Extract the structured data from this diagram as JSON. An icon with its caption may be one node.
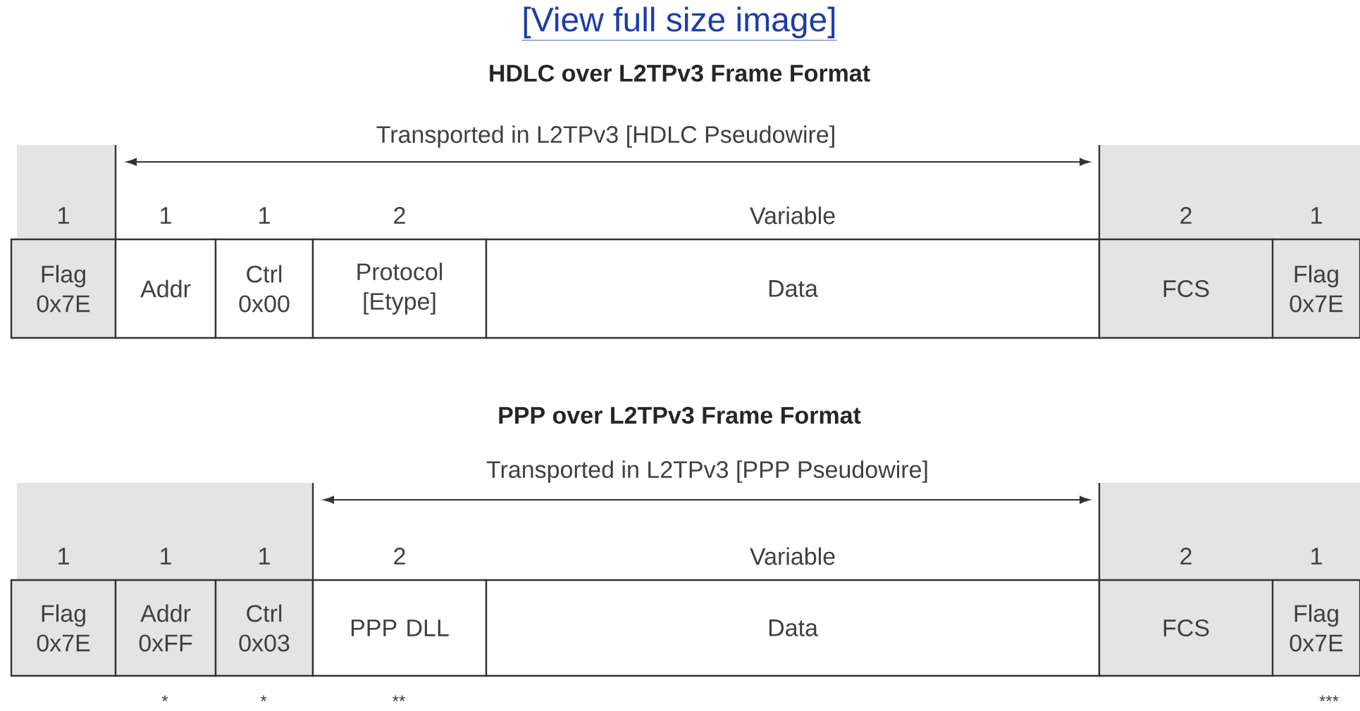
{
  "diagram": {
    "nodes": [
      {
        "text": [
          "Flag 0x7E"
        ],
        "beside": [
          "1"
        ]
      },
      {
        "text": [
          "Addr"
        ],
        "beside": [
          "1"
        ]
      },
      {
        "text": [
          "Ctrl 0x00"
        ],
        "beside": [
          "1"
        ]
      },
      {
        "text": [
          "Protocol [Etype]"
        ],
        "beside": [
          "2"
        ]
      },
      {
        "text": [
          "Data"
        ],
        "beside": [
          "Variable"
        ]
      },
      {
        "text": [
          "FCS"
        ],
        "beside": [
          "2"
        ]
      },
      {
        "text": [
          "Flag 0x7E"
        ],
        "beside": [
          "1"
        ]
      },
      {
        "text": [
          "Flag 0x7E"
        ],
        "beside": [
          "1"
        ]
      },
      {
        "text": [
          "Addr 0xFF"
        ],
        "beside": [
          "1"
        ]
      },
      {
        "text": [
          "Ctrl 0x03"
        ],
        "beside": [
          "1"
        ]
      },
      {
        "text": [
          "PPP DLL"
        ],
        "beside": [
          "2"
        ]
      },
      {
        "text": [
          "Data"
        ],
        "beside": [
          "Variable"
        ]
      },
      {
        "text": [
          "FCS"
        ],
        "beside": [
          "2"
        ]
      },
      {
        "text": [
          "Flag 0x7E"
        ],
        "beside": [
          "1"
        ]
      }
    ],
    "labels": [
      "[View full size image]",
      "HDLC over L2TPv3 Frame Format",
      "Transported in L2TPv3 [HDLC Pseudowire]",
      "PPP over L2TPv3 Frame Format",
      "Transported in L2TPv3 [PPP Pseudowire]",
      "*",
      "*",
      "**",
      "***"
    ]
  }
}
